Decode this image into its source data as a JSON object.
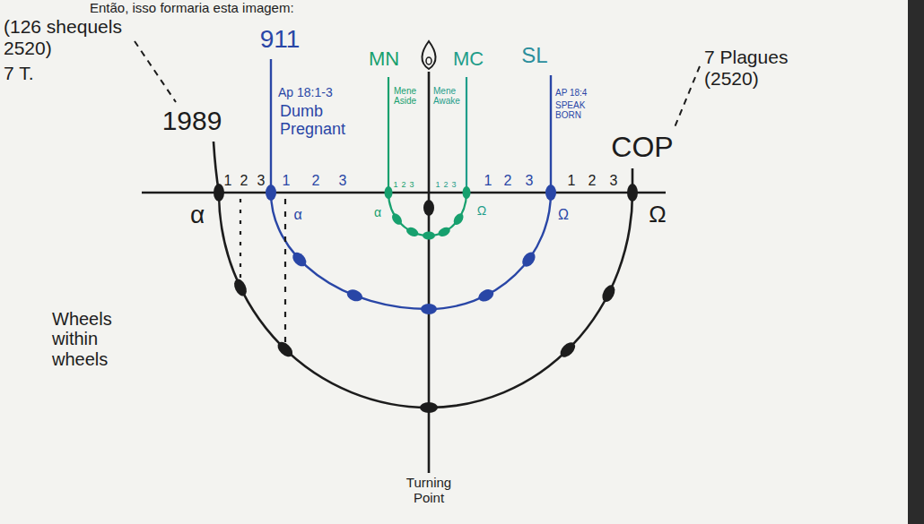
{
  "diagram": {
    "labels": [
      "Então, isso formaria esta imagem:",
      "(126 shequels 2520)",
      "7 T.",
      "1989",
      "911",
      "Ap 18:1-3",
      "Dumb Pregnant",
      "MN",
      "Mene Aside",
      "Mene Awake",
      "MC",
      "AP 18:4",
      "SPEAK BORN",
      "SL",
      "COP",
      "7 Plagues (2520)",
      "α",
      "1",
      "2",
      "3",
      "1",
      "2",
      "3",
      "1",
      "2",
      "3",
      "1",
      "2",
      "3",
      "1",
      "2",
      "3",
      "1",
      "2",
      "3",
      "α",
      "α",
      "Ω",
      "Ω",
      "Ω",
      "Wheels within wheels",
      "Turning Point"
    ]
  }
}
